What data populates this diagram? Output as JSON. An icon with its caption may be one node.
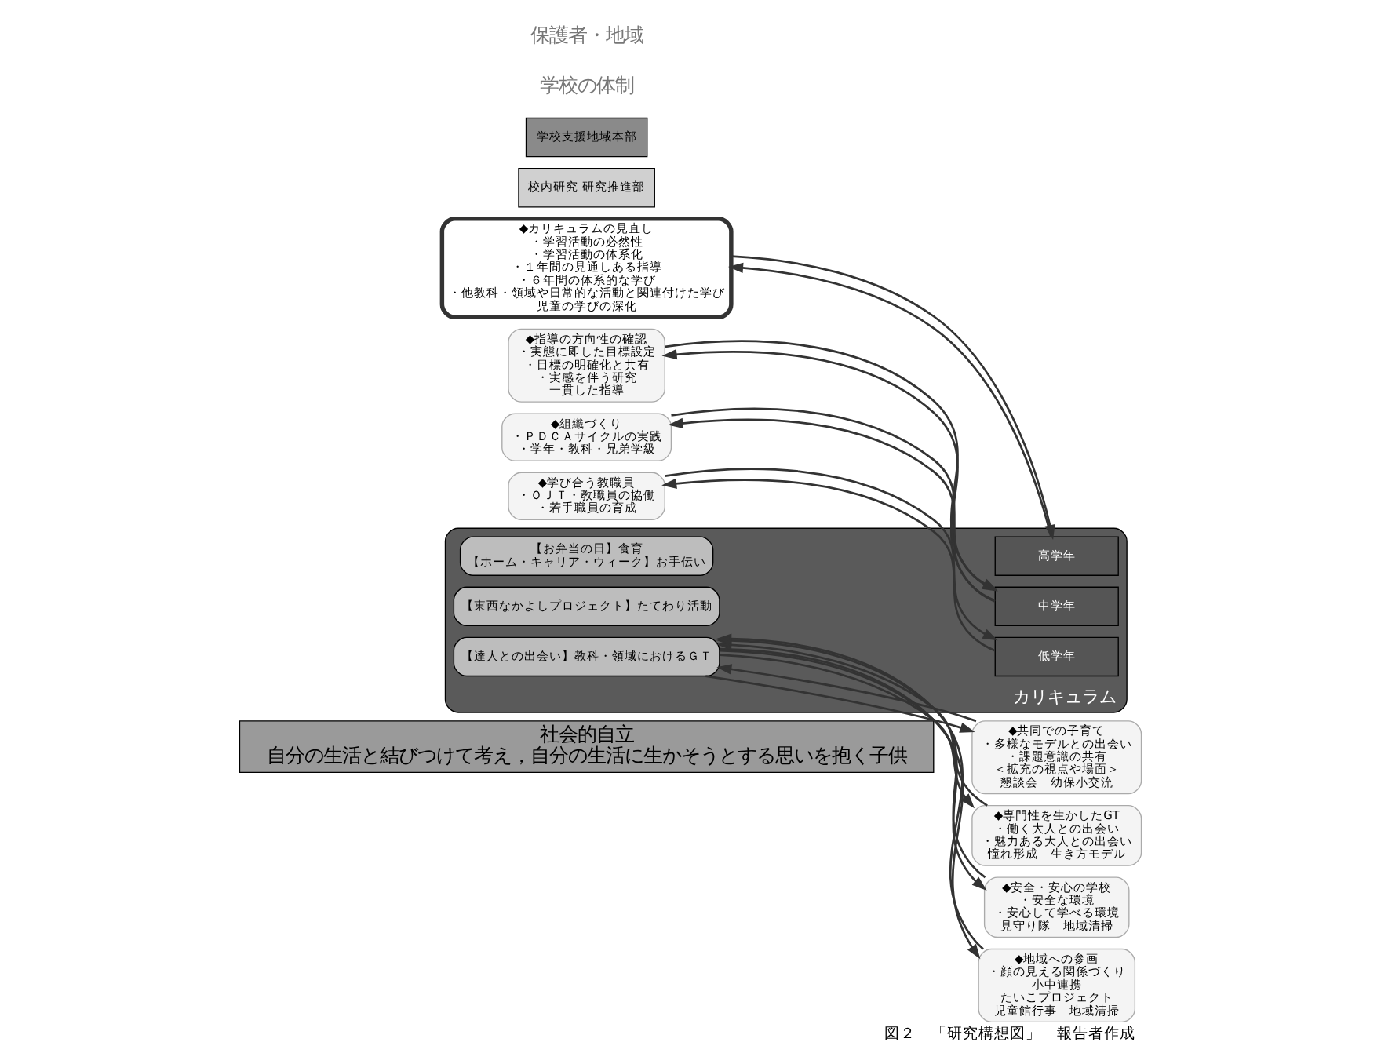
{
  "diagram": {
    "caption": "図２　「研究構想図」　報告者作成",
    "nodes": [
      {
        "text": [
          "社会的自立",
          "自分の生活と結びつけて考え，自分の生活に生かそうとする思いを抱く子供"
        ]
      },
      {
        "text": [
          "カリキュラム"
        ]
      },
      {
        "text": [
          "高学年"
        ],
        "in": 1
      },
      {
        "text": [
          "中学年"
        ],
        "in": 1
      },
      {
        "text": [
          "低学年"
        ],
        "in": 1
      },
      {
        "text": [
          "【お弁当の日】食育",
          "【ホーム・キャリア・ウィーク】お手伝い"
        ],
        "in": 1
      },
      {
        "text": [
          "【東西なかよしプロジェクト】たてわり活動"
        ],
        "in": 1
      },
      {
        "text": [
          "【達人との出会い】教科・領域におけるＧＴ"
        ],
        "in": 1
      },
      {
        "text": [
          "校内研究 研究推進部"
        ]
      },
      {
        "text": [
          "学校支援地域本部"
        ]
      },
      {
        "text": [
          "◆カリキュラムの見直し",
          "・学習活動の必然性",
          "・学習活動の体系化",
          "・１年間の見通しある指導",
          "・６年間の体系的な学び",
          "・他教科・領域や日常的な活動と関連付けた学び",
          "児童の学びの深化"
        ]
      },
      {
        "text": [
          "◆指導の方向性の確認",
          "・実態に即した目標設定",
          "・目標の明確化と共有",
          "・実感を伴う研究",
          "一貫した指導"
        ]
      },
      {
        "text": [
          "◆組織づくり",
          "・ＰＤＣＡサイクルの実践",
          "・学年・教科・兄弟学級"
        ]
      },
      {
        "text": [
          "◆学び合う教職員",
          "・ＯＪＴ・教職員の協働",
          "・若手職員の育成"
        ]
      },
      {
        "text": [
          "◆共同での子育て",
          "・多様なモデルとの出会い",
          "・課題意識の共有",
          "＜拡充の視点や場面＞",
          "懇談会　幼保小交流"
        ]
      },
      {
        "text": [
          "◆専門性を生かしたGT",
          "・働く大人との出会い",
          "・魅力ある大人との出会い",
          "憧れ形成　生き方モデル"
        ]
      },
      {
        "text": [
          "◆安全・安心の学校",
          "・安全な環境",
          "・安心して学べる環境",
          "見守り隊　地域清掃"
        ]
      },
      {
        "text": [
          "◆地域への参画",
          "・顔の見える関係づくり",
          "小中連携",
          "たいこプロジェクト",
          "児童館行事　地域清掃"
        ]
      }
    ],
    "edges": [
      {
        "from": 10,
        "to": 2,
        "arrow": "to"
      },
      {
        "from": 2,
        "to": 10,
        "arrow": "to"
      },
      {
        "from": 11,
        "to": 3,
        "arrow": "to"
      },
      {
        "from": 3,
        "to": 11,
        "arrow": "to"
      },
      {
        "from": 12,
        "to": 3,
        "arrow": "to"
      },
      {
        "from": 3,
        "to": 12,
        "arrow": "to"
      },
      {
        "from": 13,
        "to": 4,
        "arrow": "to"
      },
      {
        "from": 4,
        "to": 13,
        "arrow": "to"
      },
      {
        "from": 7,
        "to": 14,
        "arrow": "to"
      },
      {
        "from": 14,
        "to": 7,
        "arrow": "to"
      },
      {
        "from": 7,
        "to": 15,
        "arrow": "to"
      },
      {
        "from": 15,
        "to": 7,
        "arrow": "to"
      },
      {
        "from": 7,
        "to": 16,
        "arrow": "to"
      },
      {
        "from": 16,
        "to": 7,
        "arrow": "to"
      },
      {
        "from": 7,
        "to": 17,
        "arrow": "to"
      },
      {
        "from": 17,
        "to": 7,
        "arrow": "to"
      }
    ],
    "labels": [
      "学校の体制",
      "保護者・地域"
    ]
  }
}
